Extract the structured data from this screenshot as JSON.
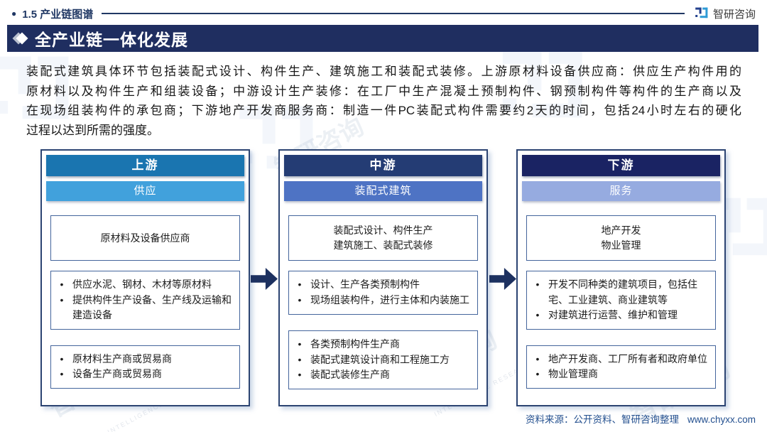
{
  "header": {
    "section_label": "1.5 产业链图谱",
    "brand_name": "智研咨询"
  },
  "banner": {
    "title": "全产业链一体化发展"
  },
  "intro": {
    "lines": [
      "装配式建筑具体环节包括装配式设计、构件生产、建筑施工和装配式装修。上游原材料设备供应商：供应生产构件用的",
      "原材料以及构件生产和组装设备；中游设计生产装修：在工厂中生产混凝土预制构件、钢预制构件等构件的生产商以及",
      "在现场组装构件的承包商；下游地产开发商服务商：制造一件PC装配式构件需要约2天的时间，包括24小时左右的硬化",
      "过程以达到所需的强度。"
    ]
  },
  "columns": [
    {
      "title": "上游",
      "subtitle": "供应",
      "title_bg": "#1a75b0",
      "subtitle_bg": "#41a1dc",
      "summary_lines": [
        "原材料及设备供应商"
      ],
      "functions": [
        "供应水泥、钢材、木材等原材料",
        "提供构件生产设备、生产线及运输和建造设备"
      ],
      "players": [
        "原材料生产商或贸易商",
        "设备生产商或贸易商"
      ]
    },
    {
      "title": "中游",
      "subtitle": "装配式建筑",
      "title_bg": "#243c74",
      "subtitle_bg": "#4e73c4",
      "summary_lines": [
        "装配式设计、构件生产",
        "建筑施工、装配式装修"
      ],
      "functions": [
        "设计、生产各类预制构件",
        "现场组装构件，进行主体和内装施工"
      ],
      "players": [
        "各类预制构件生产商",
        "装配式建筑设计商和工程施工方",
        "装配式装修生产商"
      ]
    },
    {
      "title": "下游",
      "subtitle": "服务",
      "title_bg": "#1a2363",
      "subtitle_bg": "#96abe0",
      "summary_lines": [
        "地产开发",
        "物业管理"
      ],
      "functions": [
        "开发不同种类的建筑项目，包括住宅、工业建筑、商业建筑等",
        "对建筑进行运营、维护和管理"
      ],
      "players": [
        "地产开发商、工厂所有者和政府单位",
        "物业管理商"
      ]
    }
  ],
  "watermark": {
    "text": "智研咨询",
    "caption": "INTELLIGENCE RESEARCH GROUP"
  },
  "footer": {
    "source_label": "资料来源：公开资料、智研咨询整理",
    "website": "www.chyxx.com"
  },
  "colors": {
    "banner_bg": "#1f2e60",
    "accent_navy": "#203864",
    "arrow": "#1d3160",
    "logo_dark": "#24418e",
    "logo_light": "#2e9bd6",
    "footer_text": "#24508f"
  }
}
